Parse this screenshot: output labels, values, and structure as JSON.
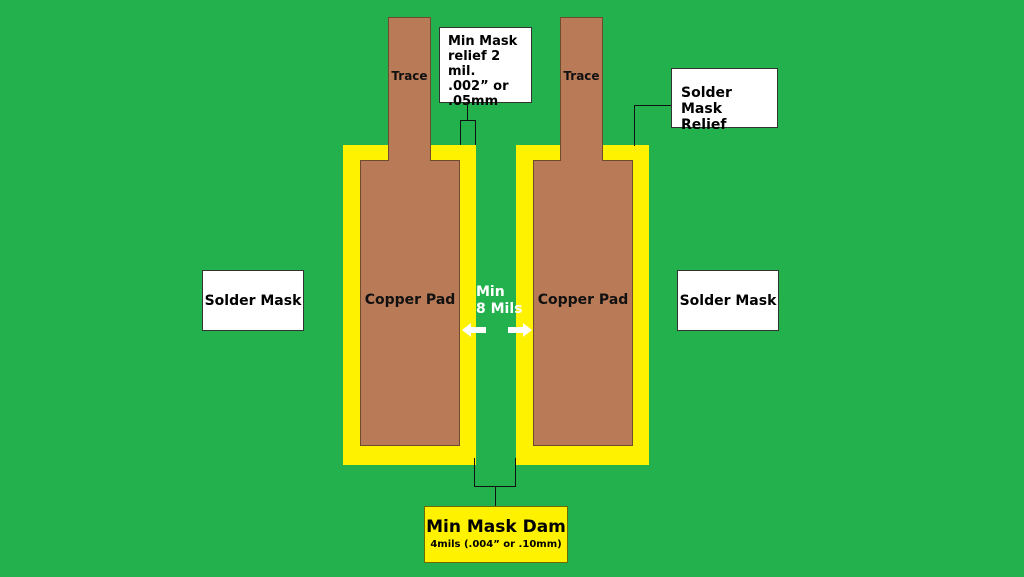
{
  "labels": {
    "trace_left": "Trace",
    "trace_right": "Trace",
    "copper_pad_left": "Copper Pad",
    "copper_pad_right": "Copper Pad",
    "solder_mask_left": "Solder Mask",
    "solder_mask_right": "Solder Mask",
    "min_spacing_line1": "Min",
    "min_spacing_line2": "8 Mils",
    "mask_relief_min_line1": "Min Mask",
    "mask_relief_min_line2": "relief 2 mil.",
    "mask_relief_min_line3": ".002” or",
    "mask_relief_min_line4": ".05mm",
    "solder_mask_relief_line1": "Solder Mask",
    "solder_mask_relief_line2": "Relief",
    "mask_dam_title": "Min Mask Dam",
    "mask_dam_detail": "4mils (.004” or .10mm)"
  },
  "colors": {
    "background": "#22b14c",
    "mask_relief": "#fff200",
    "copper": "#b97a57",
    "label_box": "#ffffff"
  }
}
